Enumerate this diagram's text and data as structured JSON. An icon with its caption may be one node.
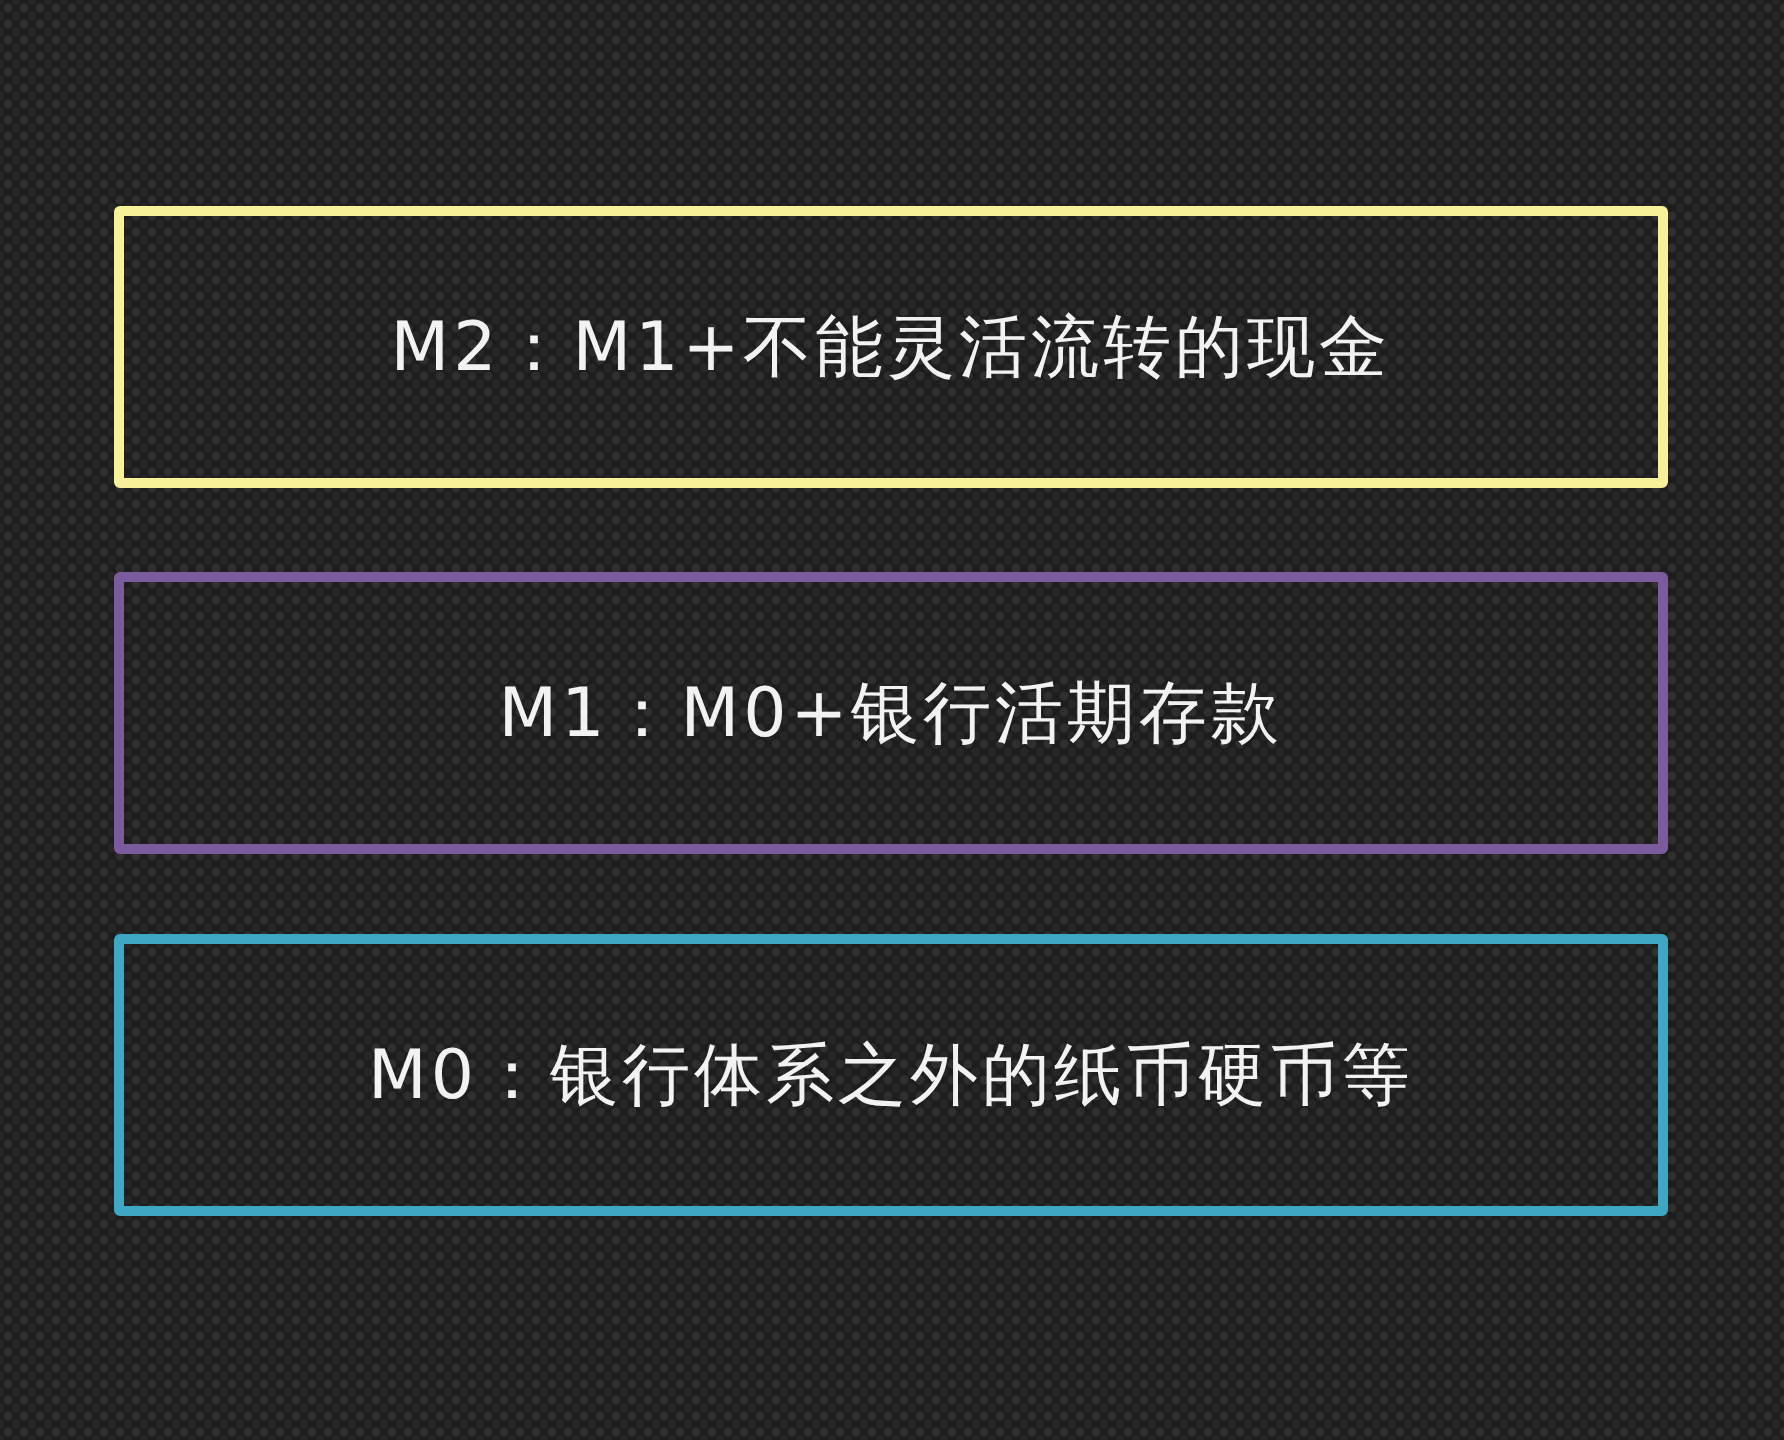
{
  "diagram": {
    "nodes": [
      {
        "text": [
          "M2：M1+不能灵活流转的现金"
        ]
      },
      {
        "text": [
          "M1：M0+银行活期存款"
        ]
      },
      {
        "text": [
          "M0：银行体系之外的纸币硬币等"
        ]
      }
    ]
  }
}
